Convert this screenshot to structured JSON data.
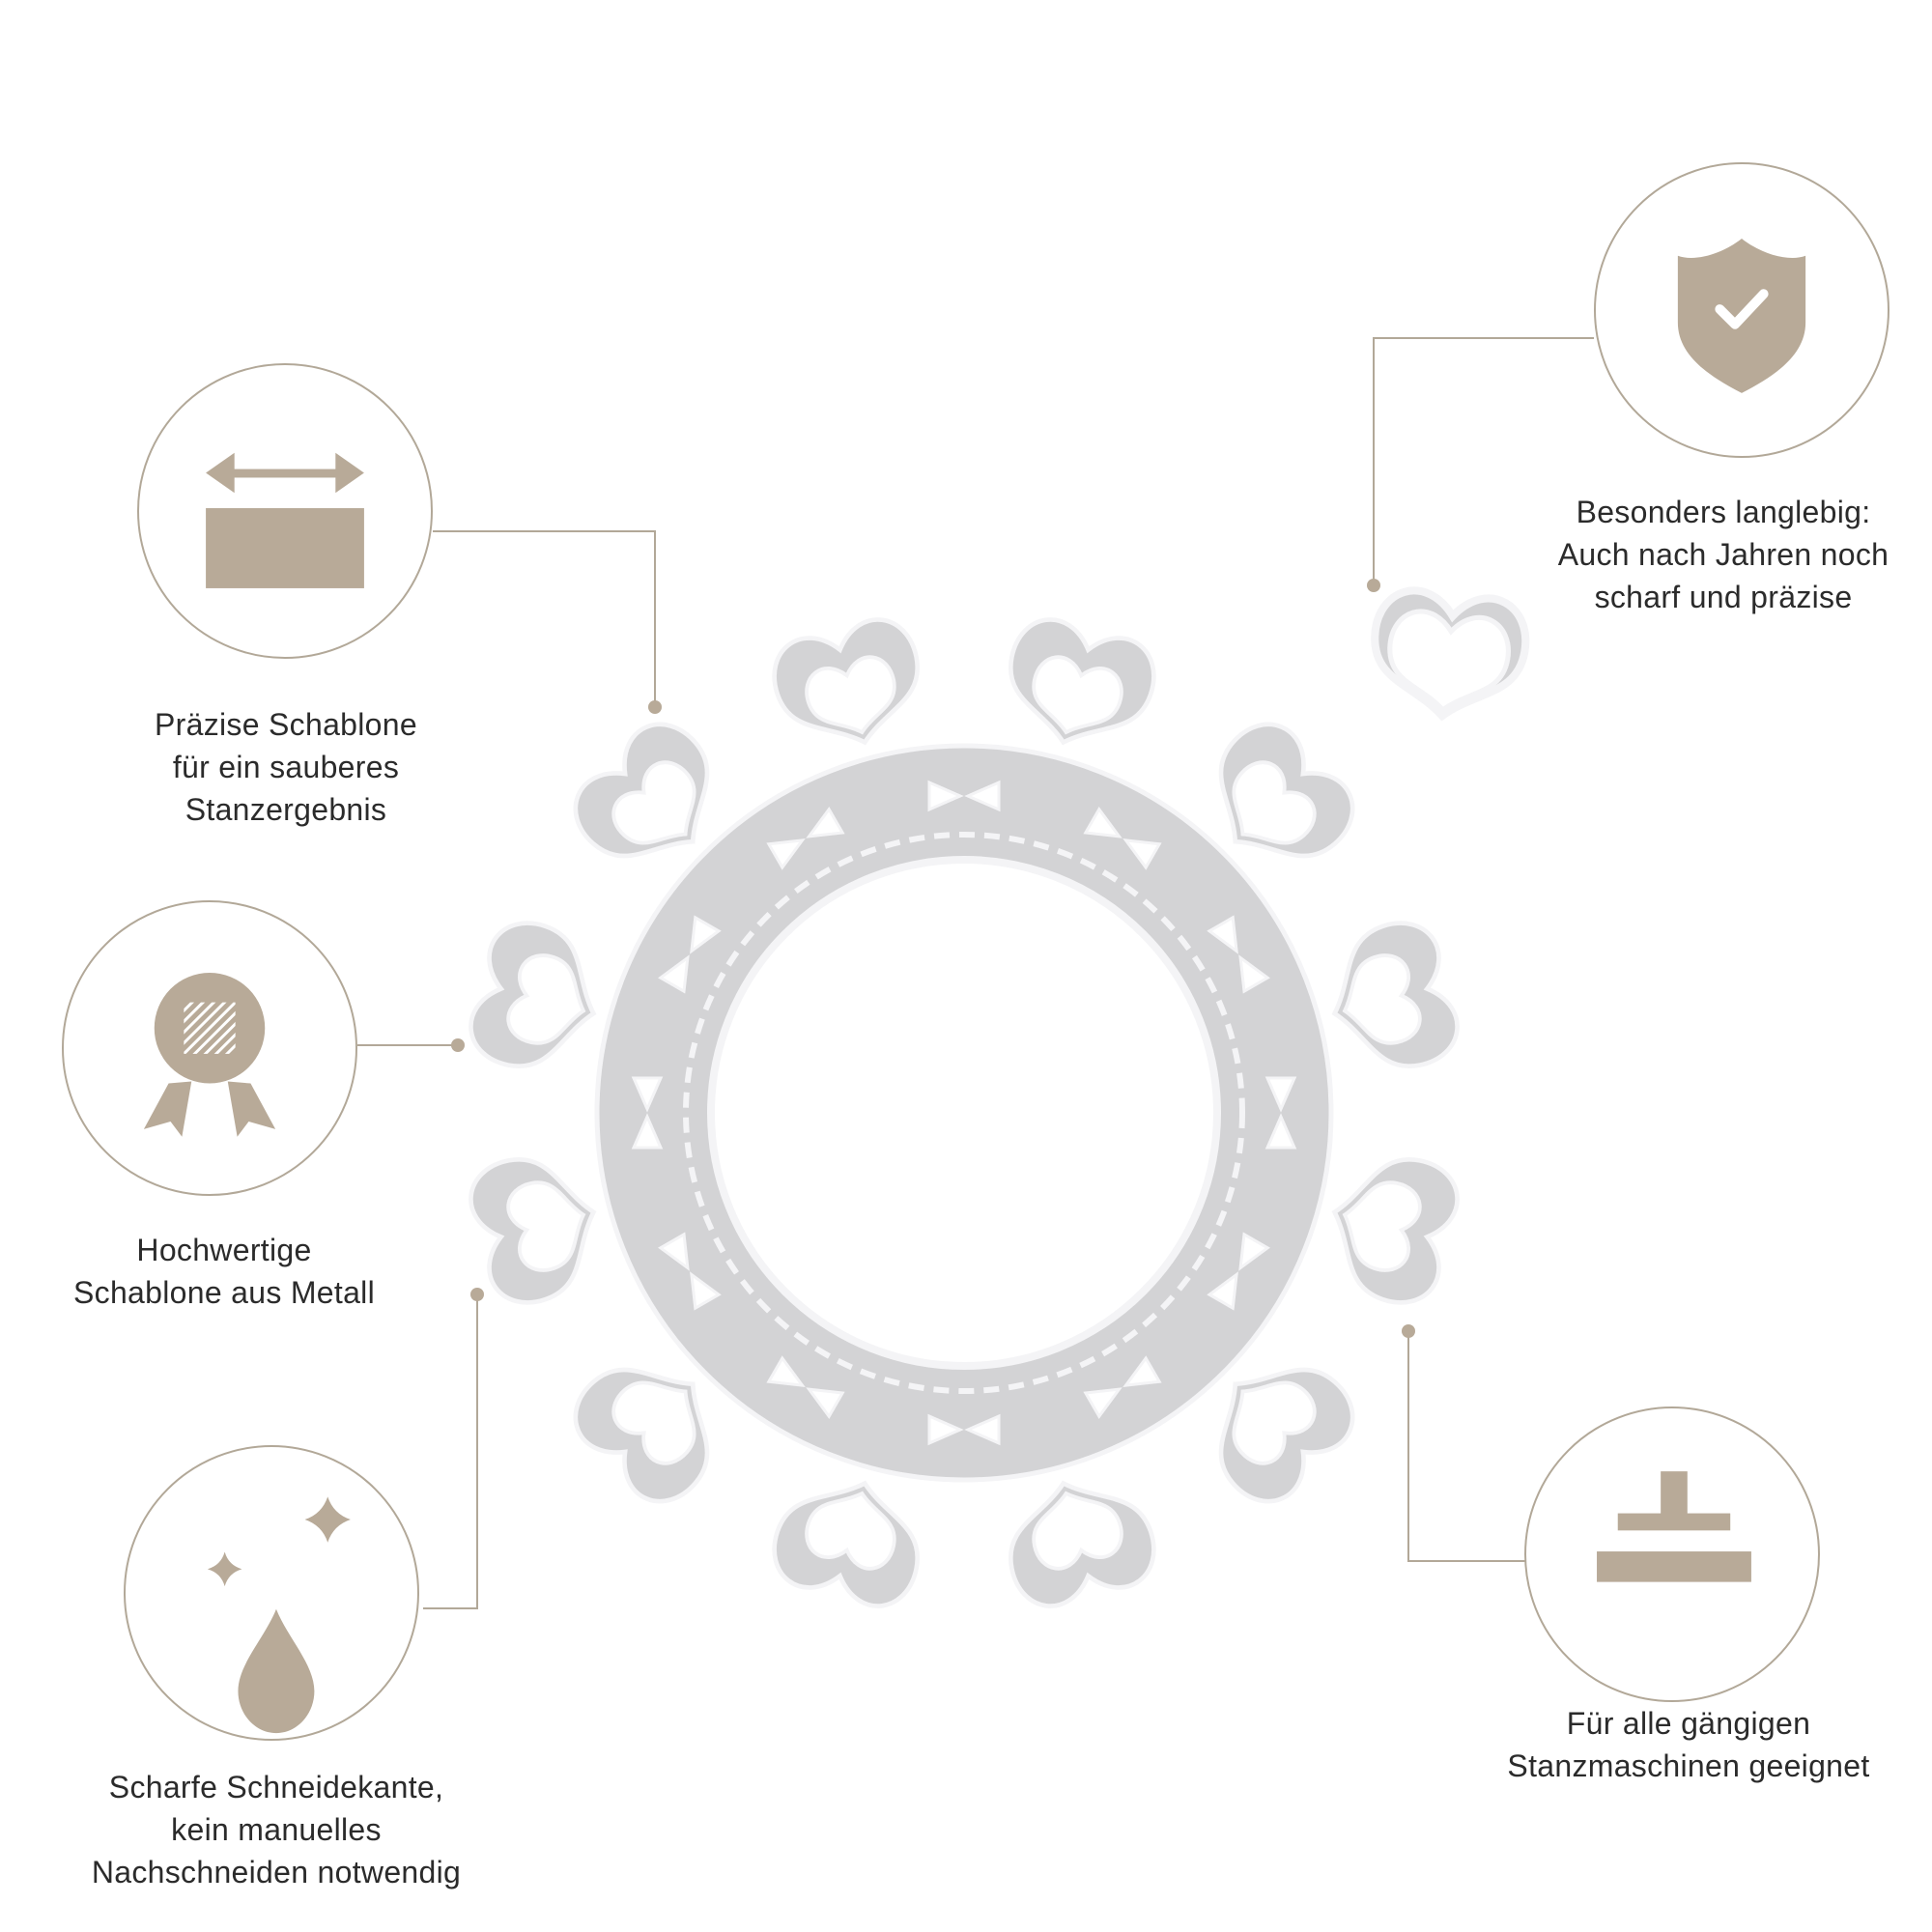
{
  "colors": {
    "accent": "#b8aa98",
    "line": "#b2a898",
    "text": "#2b2b2b",
    "metal": "#d3d3d5",
    "metal_outline": "#f4f4f6",
    "background": "#ffffff"
  },
  "features": [
    {
      "id": "precise-template",
      "icon": "width-arrow-icon",
      "caption_lines": [
        "Präzise Schablone",
        "für ein sauberes",
        "Stanzergebnis"
      ]
    },
    {
      "id": "quality-metal",
      "icon": "award-medal-icon",
      "caption_lines": [
        "Hochwertige",
        "Schablone aus Metall"
      ]
    },
    {
      "id": "sharp-edge",
      "icon": "sparkle-drop-icon",
      "caption_lines": [
        "Scharfe Schneidekante,",
        "kein manuelles",
        "Nachschneiden notwendig"
      ]
    },
    {
      "id": "durable",
      "icon": "shield-check-icon",
      "caption_lines": [
        "Besonders langlebig:",
        "Auch nach Jahren noch",
        "scharf und präzise"
      ]
    },
    {
      "id": "machines",
      "icon": "stamp-press-icon",
      "caption_lines": [
        "Für alle gängigen",
        "Stanzmaschinen geeignet"
      ]
    }
  ]
}
